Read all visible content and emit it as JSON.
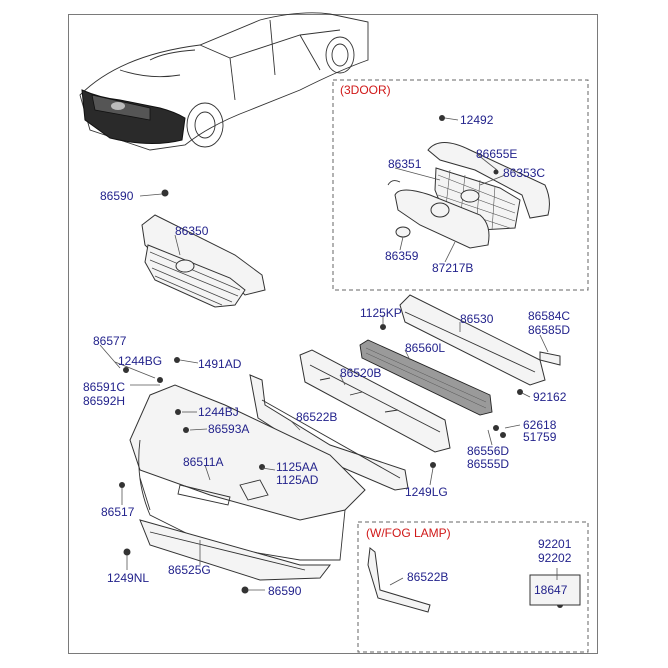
{
  "diagram": {
    "callouts": {
      "c86590a": "86590",
      "c86350": "86350",
      "c12492": "12492",
      "c86655e": "86655E",
      "c86351": "86351",
      "c86353c": "86353C",
      "c86359": "86359",
      "c87217b": "87217B",
      "c1125kp": "1125KP",
      "c86530": "86530",
      "c86584c": "86584C",
      "c86585d": "86585D",
      "c86577": "86577",
      "c1244bg": "1244BG",
      "c1491ad": "1491AD",
      "c86560l": "86560L",
      "c86520b": "86520B",
      "c86591c": "86591C",
      "c86592h": "86592H",
      "c92162": "92162",
      "c1244bj": "1244BJ",
      "c86522b": "86522B",
      "c62618": "62618",
      "c51759": "51759",
      "c86593a": "86593A",
      "c86556d": "86556D",
      "c86555d": "86555D",
      "c86511a": "86511A",
      "c1125aa": "1125AA",
      "c1125ad": "1125AD",
      "c1249lg": "1249LG",
      "c86517": "86517",
      "c1249nl": "1249NL",
      "c86525g": "86525G",
      "c86590b": "86590",
      "c92201": "92201",
      "c92202": "92202",
      "c86522b2": "86522B",
      "c18647": "18647"
    },
    "box_titles": {
      "three_door": "(3DOOR)",
      "fog_lamp": "(W/FOG LAMP)"
    },
    "colors": {
      "callout_text": "#23238c",
      "box_title": "#d01818",
      "line_art": "#333333"
    }
  }
}
